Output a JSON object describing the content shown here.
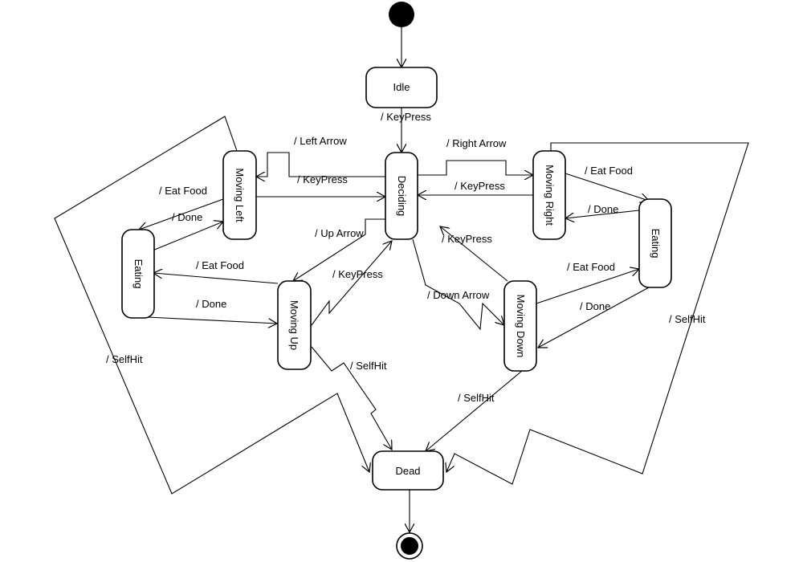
{
  "states": {
    "idle": "Idle",
    "deciding": "Deciding",
    "moving_left": "Moving Left",
    "moving_right": "Moving Right",
    "moving_up": "Moving Up",
    "moving_down": "Moving Down",
    "eating_left": "Eating",
    "eating_right": "Eating",
    "dead": "Dead"
  },
  "transitions": {
    "idle_to_deciding": "/ KeyPress",
    "deciding_to_left": "/ Left Arrow",
    "left_to_deciding": "/ KeyPress",
    "deciding_to_right": "/ Right Arrow",
    "right_to_deciding": "/ KeyPress",
    "deciding_to_up": "/ Up Arrow",
    "up_to_deciding": "/ KeyPress",
    "deciding_to_down": "/ Down Arrow",
    "down_to_deciding": "/ KeyPress",
    "left_eat_food": "/ Eat Food",
    "left_done": "/ Done",
    "up_eat_food": "/ Eat Food",
    "up_done": "/ Done",
    "right_eat_food": "/ Eat Food",
    "right_done": "/ Done",
    "down_eat_food": "/ Eat Food",
    "down_done": "/ Done",
    "left_selfhit": "/ SelfHit",
    "up_selfhit": "/ SelfHit",
    "down_selfhit": "/ SelfHit",
    "right_selfhit": "/ SelfHit"
  }
}
